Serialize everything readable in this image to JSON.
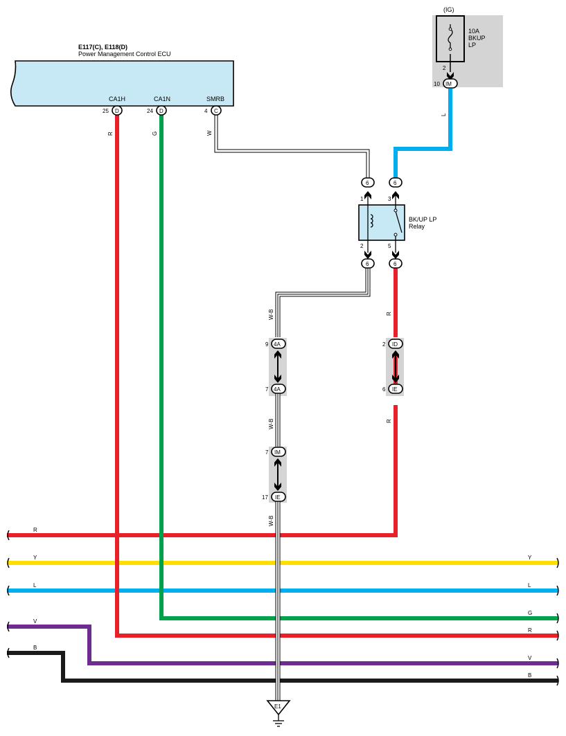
{
  "ecu": {
    "code": "E117(C), E118(D)",
    "name": "Power Management Control ECU",
    "pins": [
      {
        "label": "CA1H",
        "num": "25",
        "conn": "D",
        "wire": "R"
      },
      {
        "label": "CA1N",
        "num": "24",
        "conn": "D",
        "wire": "G"
      },
      {
        "label": "SMRB",
        "num": "4",
        "conn": "C",
        "wire": "W"
      }
    ]
  },
  "fuse": {
    "circuit": "(IG)",
    "amp": "10A",
    "name1": "BKUP",
    "name2": "LP",
    "pin": "2",
    "out_num": "10",
    "out_conn": "IM",
    "wire": "L"
  },
  "relay": {
    "name1": "BK/UP LP",
    "name2": "Relay",
    "conn": "6",
    "pin1": "1",
    "pin2": "2",
    "pin3": "3",
    "pin5": "5"
  },
  "junctions": {
    "left": [
      {
        "num": "9",
        "conn": "4A"
      },
      {
        "num": "7",
        "conn": "4A"
      },
      {
        "num": "7",
        "conn": "IM"
      },
      {
        "num": "17",
        "conn": "IE"
      }
    ],
    "right": [
      {
        "num": "2",
        "conn": "ID"
      },
      {
        "num": "6",
        "conn": "IE"
      }
    ]
  },
  "wires": {
    "wb": "W-B",
    "r": "R",
    "g": "G",
    "y": "Y",
    "l": "L",
    "v": "V",
    "b": "B"
  },
  "ground": {
    "label": "E1"
  },
  "colors": {
    "red": "#e8202a",
    "green": "#00a14b",
    "blue": "#00aeef",
    "yellow": "#ffde00",
    "violet": "#6e2c91",
    "black": "#1a1a1a",
    "ecu_fill": "#c7e8f5",
    "gray_box": "#d4d4d4"
  }
}
